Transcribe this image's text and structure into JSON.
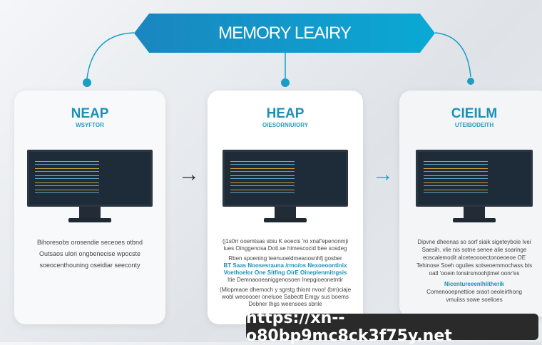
{
  "banner": {
    "title": "MEMORY LEAIRY"
  },
  "cards": [
    {
      "title": "NEAP",
      "subtitle": "WSYFTOR",
      "lines": [
        "Bihoresobs orosendie seceoes otbnd",
        "Outsaos ulori ongbenecise wpocste",
        "soeocenthouning oseidiar seeconty"
      ]
    },
    {
      "title": "HEAP",
      "subtitle": "OIESORNIUIORY",
      "lines": [
        "(j1s0rr ooemtsas sbiu K eoecis 'ro xnaf'epenonmji",
        "lues Oinggenosa Dotl.se himescocid bee sosdeg",
        "Rben spoening teenuoeldmeaoosnhfj gosber",
        "BT Saas Noosesrauna /rmo/os Nexoeoontinix",
        "Voethoelor One Sitfing OirE Oineplenmitrgsis",
        "Itie Demnaooeaniggenosoen Inepgioeonetntir",
        "(Mlopmaoe dhemoch y sgrstg thlont nvoo! (bm)ciaje",
        "wobl weooooer oneluoe Sabeott Emgy sus boems",
        "Dobner thgs weensoes sbnle"
      ]
    },
    {
      "title": "CIEILM",
      "subtitle": "UTEIBODEITH",
      "lines": [
        "Dipvne dheenas so sorf siaik sigeteyboie lvei",
        "Saesih. vlie nis sotne senee alie soaringe",
        "eoscalemodit alceteoooectonoeoeoe OE",
        "Tehinose Soeh ogulies sotseoemmochass.bts",
        "oatl 'ooein lonsirsmoohjtmel oonr'es",
        "Nicentureeenlhlitherik",
        "Comenooepnettioe sraot oeoleirthong",
        "vmuiiss sowe soelioes"
      ]
    }
  ],
  "arrows": [
    "→",
    "→"
  ],
  "watermark": "https://xn--o80bp9mc8ck3f75y.net"
}
